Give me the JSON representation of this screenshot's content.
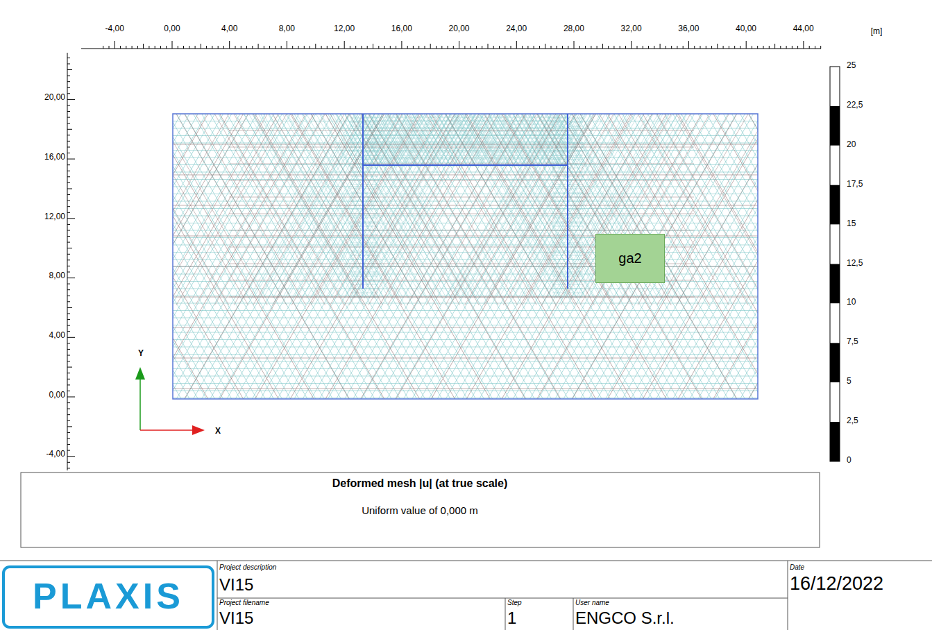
{
  "diagram": {
    "title": "Deformed mesh |u| (at true scale)",
    "caption": "Uniform value of 0,000 m",
    "nodes": [
      {
        "text": [
          "ga2"
        ]
      }
    ],
    "labels": [
      "-4,00",
      "0,00",
      "4,00",
      "8,00",
      "12,00",
      "16,00",
      "20,00",
      "24,00",
      "28,00",
      "32,00",
      "36,00",
      "40,00",
      "44,00",
      "[m]",
      "20,00",
      "16,00",
      "12,00",
      "8,00",
      "4,00",
      "0,00",
      "-4,00",
      "25",
      "22,5",
      "20",
      "17,5",
      "15",
      "12,5",
      "10",
      "7,5",
      "5",
      "2,5",
      "0",
      "Y",
      "X",
      "PLAXIS",
      "Project description",
      "VI15",
      "Project filename",
      "VI15",
      "Step",
      "1",
      "User name",
      "ENGCO S.r.l.",
      "Date",
      "16/12/2022"
    ]
  }
}
